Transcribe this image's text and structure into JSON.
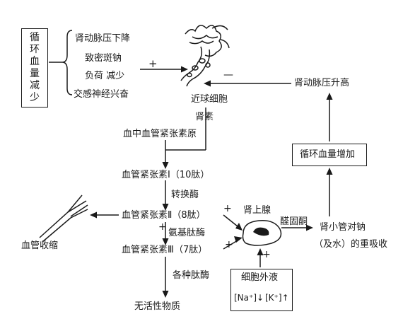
{
  "left_box": {
    "chars": [
      "循",
      "环",
      "血",
      "量",
      "减",
      "少"
    ]
  },
  "causes": [
    "肾动脉压下降",
    "致密斑钠",
    "负荷 减少",
    "交感神经兴奋"
  ],
  "plus_signs": {
    "causes_to_cell": "+",
    "angII_to_adrenal": "+",
    "angII_to_vessel": "+",
    "ion_to_adrenal": "+",
    "ang_branch": "+"
  },
  "minus_sign": "—",
  "labels": {
    "juxtaglomerular": "近球细胞",
    "renin": "肾素",
    "angiotensinogen": "血中血管紧张素原",
    "ang1": "血管紧张素Ⅰ（10肽）",
    "converting_enzyme": "转换酶",
    "ang2": "血管紧张素Ⅱ（8肽）",
    "aminopeptidase": "氨基肽酶",
    "ang3": "血管紧张素Ⅲ（7肽）",
    "peptidases": "各种肽酶",
    "inactive": "无活性物质",
    "vasoconstriction": "血管收缩",
    "adrenal": "肾上腺",
    "aldosterone": "醛固酮",
    "reabsorption_line1": "肾小管对钠",
    "reabsorption_line2": "（及水）的重吸收",
    "volume_increase": "循环血量增加",
    "renal_pressure_up": "肾动脉压升高"
  },
  "ecf_box": {
    "title": "细胞外液",
    "na": "[Na⁺]↓",
    "k": "[K⁺]↑"
  }
}
